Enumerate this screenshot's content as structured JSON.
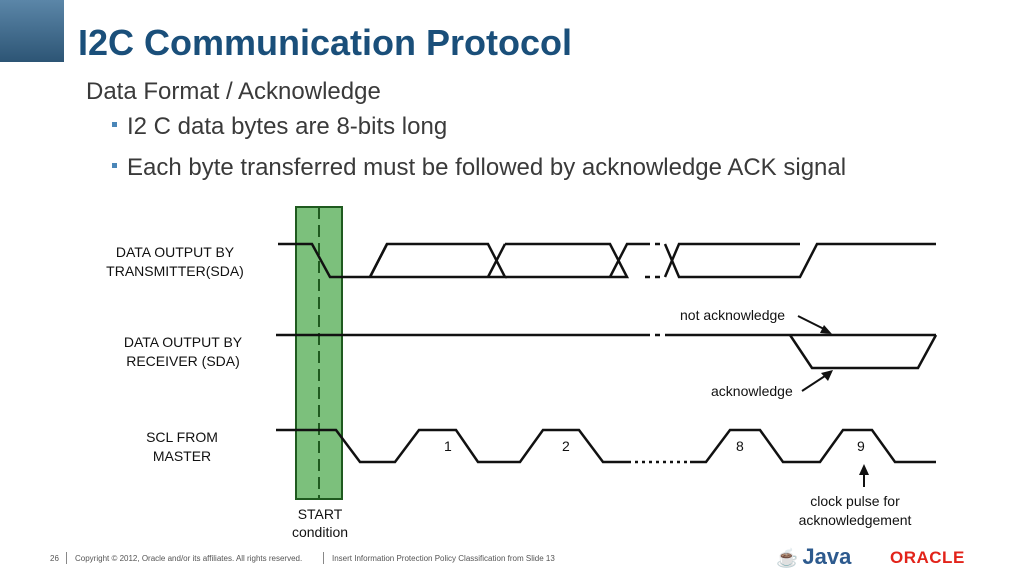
{
  "title": "I2C Communication Protocol",
  "subtitle": "Data Format / Acknowledge",
  "bullets": [
    "I2 C data bytes are 8-bits long",
    "Each byte transferred must be followed by acknowledge ACK signal"
  ],
  "diagram": {
    "signals": {
      "transmitter_line1": "DATA OUTPUT BY",
      "transmitter_line2": "TRANSMITTER(SDA)",
      "receiver_line1": "DATA OUTPUT BY",
      "receiver_line2": "RECEIVER (SDA)",
      "scl_line1": "SCL FROM",
      "scl_line2": "MASTER"
    },
    "pulse_numbers": [
      "1",
      "2",
      "8",
      "9"
    ],
    "annotations": {
      "not_acknowledge": "not acknowledge",
      "acknowledge": "acknowledge",
      "start_line1": "START",
      "start_line2": "condition",
      "clock_line1": "clock pulse for",
      "clock_line2": "acknowledgement"
    },
    "colors": {
      "start_fill": "#7cc07c",
      "start_border": "#1f5a1f"
    }
  },
  "footer": {
    "page": "26",
    "copyright": "Copyright © 2012, Oracle and/or its affiliates. All rights reserved.",
    "classification": "Insert Information Protection Policy Classification from Slide 13"
  },
  "logos": {
    "java": "Java",
    "oracle": "ORACLE"
  }
}
